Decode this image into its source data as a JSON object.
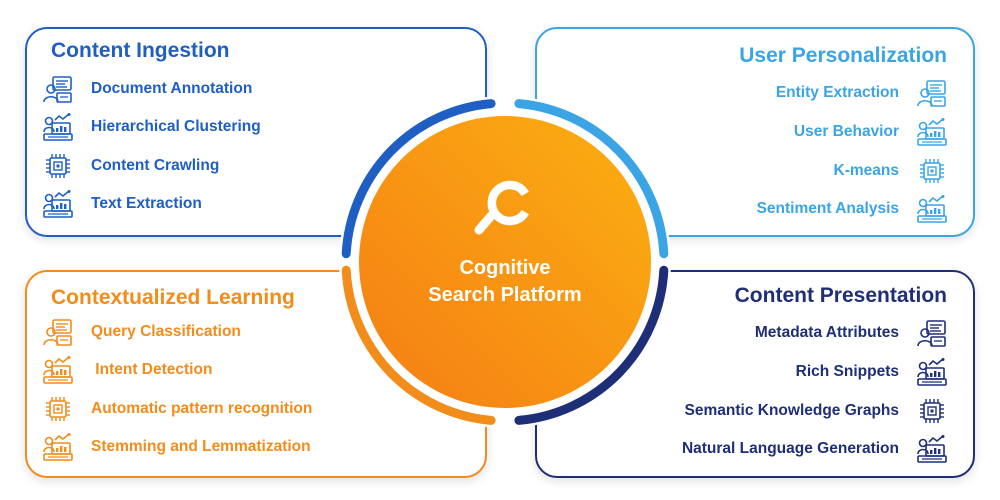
{
  "colors": {
    "content_ingestion": "#1f5fc4",
    "user_personalization": "#3aa4e4",
    "contextualized_learning": "#f28c1a",
    "content_presentation": "#1e2f78",
    "center_fill_light": "#fbb012",
    "center_fill_dark": "#f57d14"
  },
  "center": {
    "line1": "Cognitive",
    "line2": "Search Platform",
    "icon": "search-icon"
  },
  "quadrants": {
    "content_ingestion": {
      "title": "Content Ingestion",
      "items": [
        {
          "label": "Document Annotation",
          "icon": "document-annotation-icon"
        },
        {
          "label": "Hierarchical Clustering",
          "icon": "analytics-person-icon"
        },
        {
          "label": "Content Crawling",
          "icon": "chip-icon"
        },
        {
          "label": "Text Extraction",
          "icon": "analytics-person-icon"
        }
      ]
    },
    "user_personalization": {
      "title": "User Personalization",
      "items": [
        {
          "label": "Entity Extraction",
          "icon": "document-annotation-icon"
        },
        {
          "label": "User Behavior",
          "icon": "analytics-person-icon"
        },
        {
          "label": "K-means",
          "icon": "chip-icon"
        },
        {
          "label": "Sentiment Analysis",
          "icon": "analytics-person-icon"
        }
      ]
    },
    "contextualized_learning": {
      "title": "Contextualized Learning",
      "items": [
        {
          "label": "Query Classification",
          "icon": "document-annotation-icon"
        },
        {
          "label": " Intent Detection",
          "icon": "analytics-person-icon"
        },
        {
          "label": "Automatic pattern recognition",
          "icon": "chip-icon"
        },
        {
          "label": "Stemming and Lemmatization",
          "icon": "analytics-person-icon"
        }
      ]
    },
    "content_presentation": {
      "title": "Content Presentation",
      "items": [
        {
          "label": "Metadata Attributes",
          "icon": "document-annotation-icon"
        },
        {
          "label": "Rich Snippets",
          "icon": "analytics-person-icon"
        },
        {
          "label": "Semantic Knowledge Graphs",
          "icon": "chip-icon"
        },
        {
          "label": "Natural Language Generation",
          "icon": "analytics-person-icon"
        }
      ]
    }
  }
}
